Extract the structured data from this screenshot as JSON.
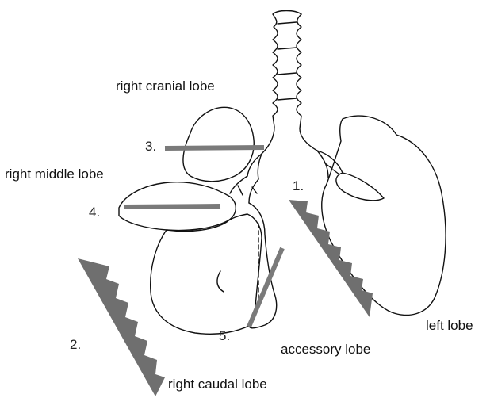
{
  "labels": {
    "right_cranial": "right cranial lobe",
    "right_middle": "right middle lobe",
    "right_caudal": "right caudal lobe",
    "accessory": "accessory lobe",
    "left": "left lobe"
  },
  "markers": {
    "m1": "1.",
    "m2": "2.",
    "m3": "3.",
    "m4": "4.",
    "m5": "5."
  },
  "colors": {
    "outline": "#111111",
    "cut_line": "#7a7a7a",
    "saw_marker": "#6f6f6f"
  }
}
